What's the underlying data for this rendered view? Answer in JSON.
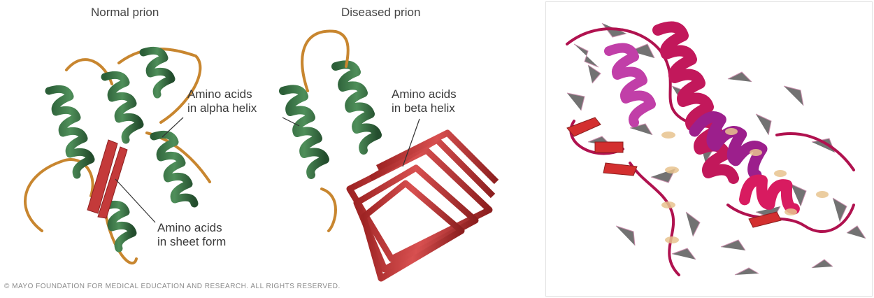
{
  "diagram": {
    "normal": {
      "title": "Normal prion",
      "label_alpha_line1": "Amino acids",
      "label_alpha_line2": "in alpha helix",
      "label_sheet_line1": "Amino acids",
      "label_sheet_line2": "in sheet form"
    },
    "diseased": {
      "title": "Diseased prion",
      "label_beta_line1": "Amino acids",
      "label_beta_line2": "in beta helix"
    },
    "copyright": "© MAYO FOUNDATION FOR MEDICAL EDUCATION AND RESEARCH. ALL RIGHTS RESERVED."
  },
  "colors": {
    "helix_green": "#2f6b3e",
    "helix_green_light": "#4f8f5a",
    "loop_orange": "#c8862f",
    "sheet_red": "#c43a3a",
    "model_magenta": "#c2185b",
    "model_red": "#d32f2f",
    "model_tan": "#e8c48f",
    "model_purple": "#8e24aa"
  }
}
